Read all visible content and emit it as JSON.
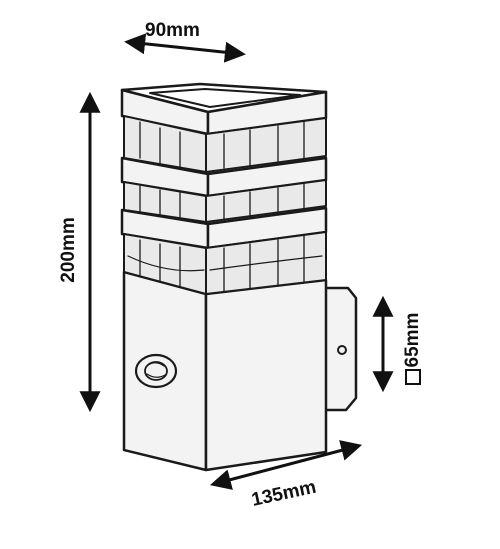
{
  "dimensions": {
    "width_top": "90mm",
    "height": "200mm",
    "depth_base": "65mm",
    "depth_bottom": "135mm",
    "square_symbol": "☐"
  },
  "colors": {
    "ink": "#1a1a1a",
    "background": "#ffffff"
  },
  "icons": [
    "arrow-double-icon",
    "square-symbol-icon"
  ]
}
